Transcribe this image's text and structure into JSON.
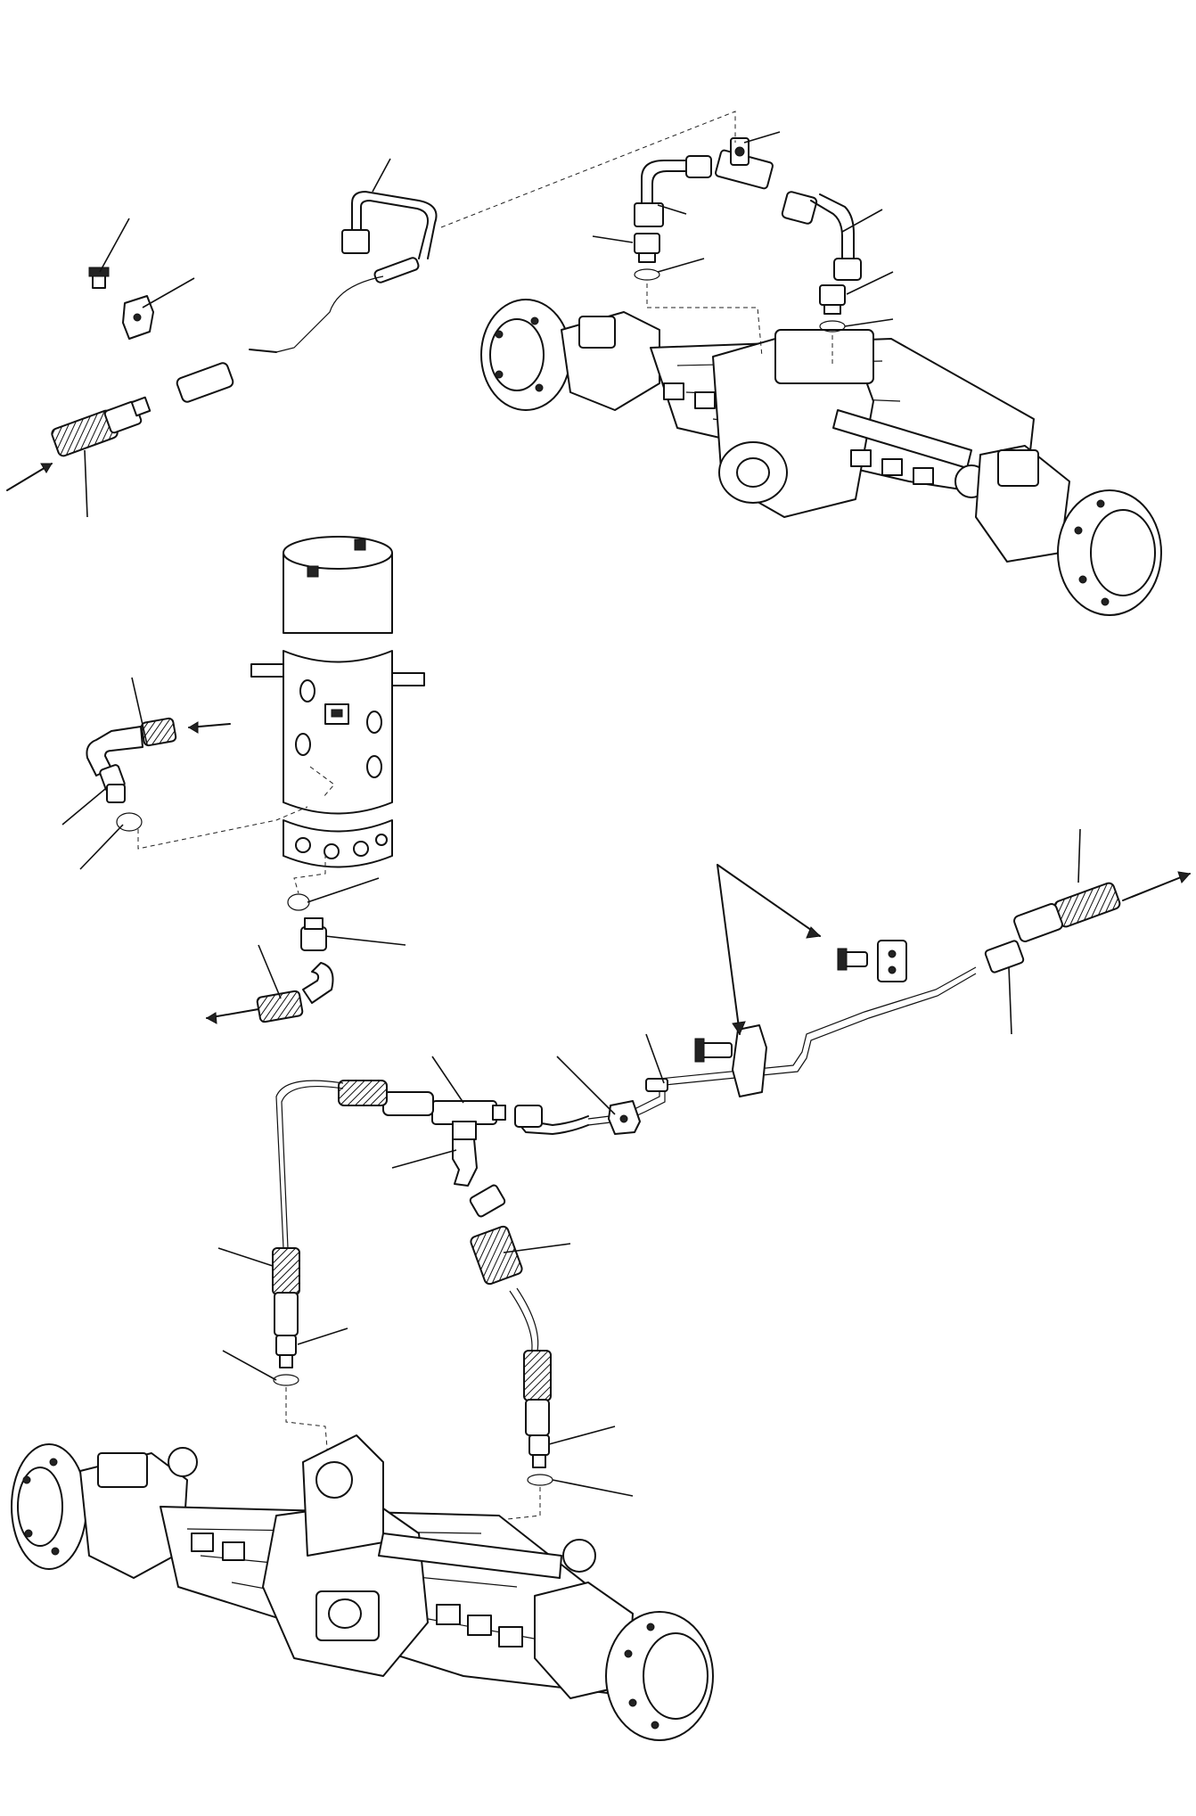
{
  "figure": {
    "kind": "exploded-parts-diagram",
    "components": [
      {
        "id": "front-axle",
        "icon": "axle-assembly"
      },
      {
        "id": "rear-axle",
        "icon": "axle-assembly"
      },
      {
        "id": "swivel-joint",
        "icon": "rotary-manifold"
      },
      {
        "id": "hoses",
        "icon": "knurled-hose-fitting"
      },
      {
        "id": "tee-fittings",
        "icon": "tee-fitting"
      },
      {
        "id": "clamps",
        "icon": "bolt-clamp"
      }
    ],
    "line_color": "#111111",
    "background_color": "#ffffff"
  }
}
